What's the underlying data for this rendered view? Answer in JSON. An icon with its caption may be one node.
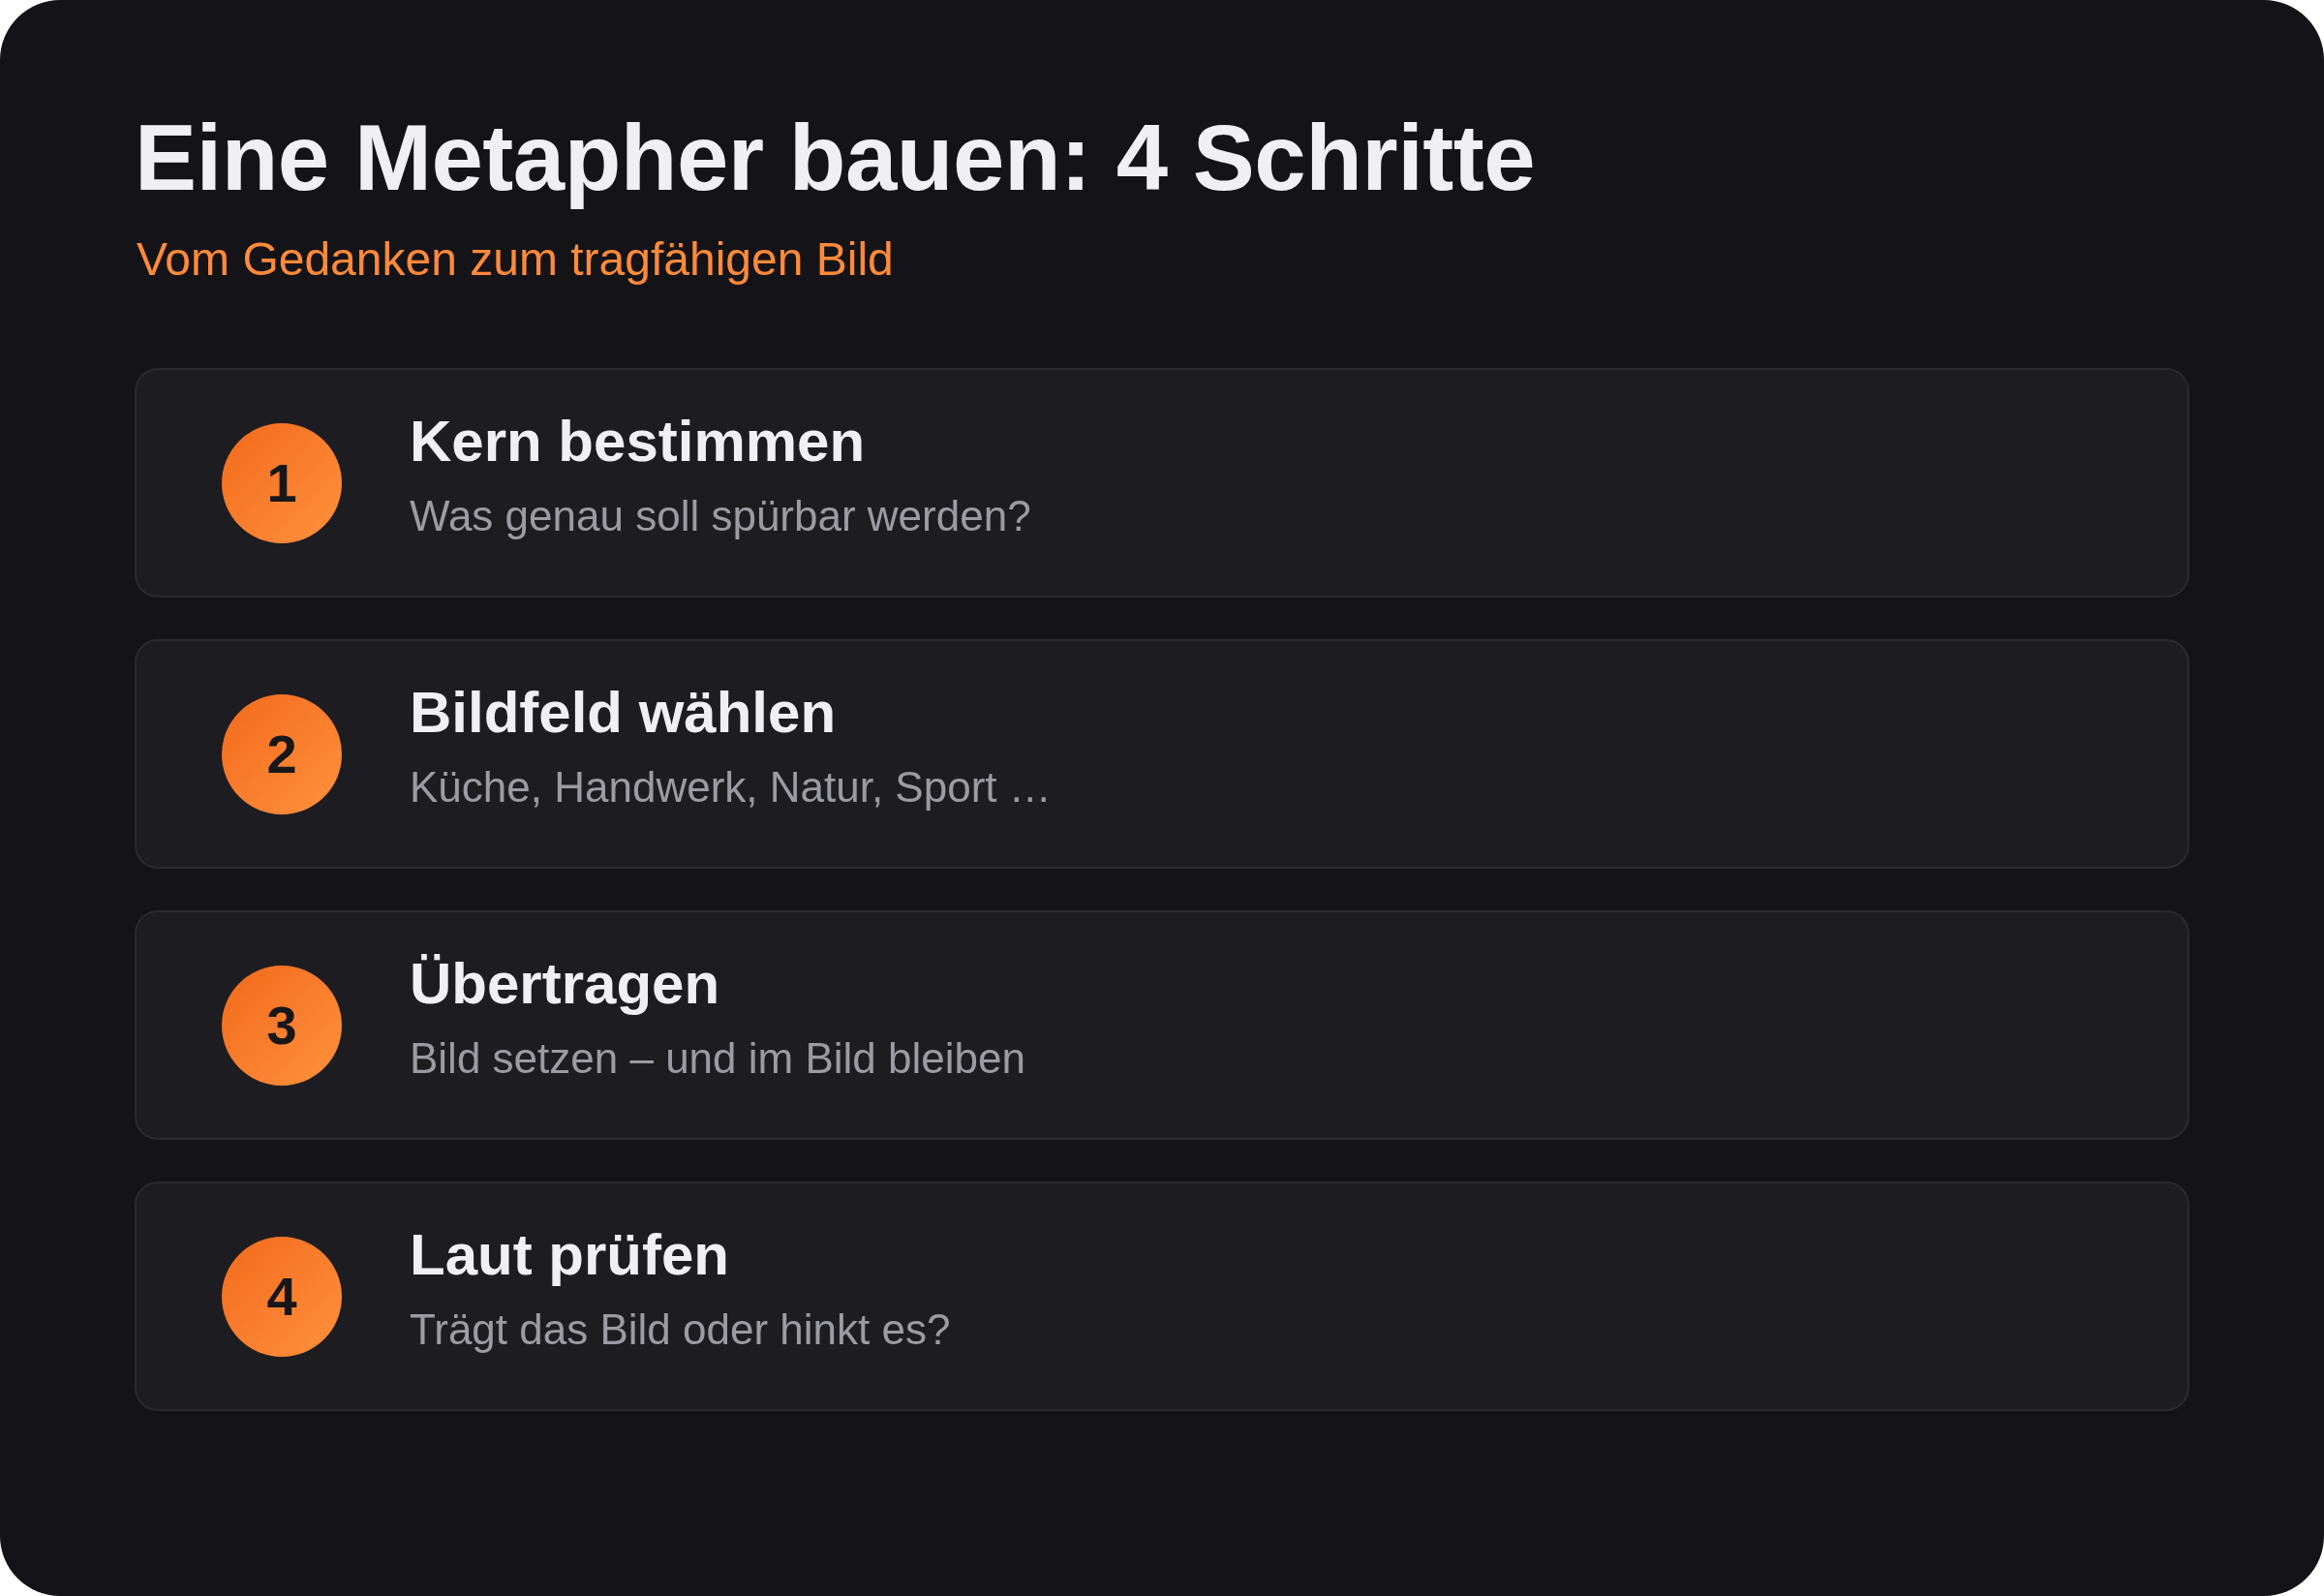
{
  "diagram": {
    "title": "Eine Metapher bauen: 4 Schritte",
    "nodes": [
      {
        "text": [
          "Kern bestimmen",
          "Was genau soll spürbar werden?"
        ]
      },
      {
        "text": [
          "1"
        ],
        "in": 0
      },
      {
        "text": [
          "Bildfeld wählen",
          "Küche, Handwerk, Natur, Sport …"
        ]
      },
      {
        "text": [
          "2"
        ],
        "in": 2
      },
      {
        "text": [
          "Übertragen",
          "Bild setzen – und im Bild bleiben"
        ]
      },
      {
        "text": [
          "3"
        ],
        "in": 4
      },
      {
        "text": [
          "Laut prüfen",
          "Trägt das Bild oder hinkt es?"
        ]
      },
      {
        "text": [
          "4"
        ],
        "in": 6
      }
    ],
    "labels": [
      "Vom Gedanken zum tragfähigen Bild"
    ]
  }
}
